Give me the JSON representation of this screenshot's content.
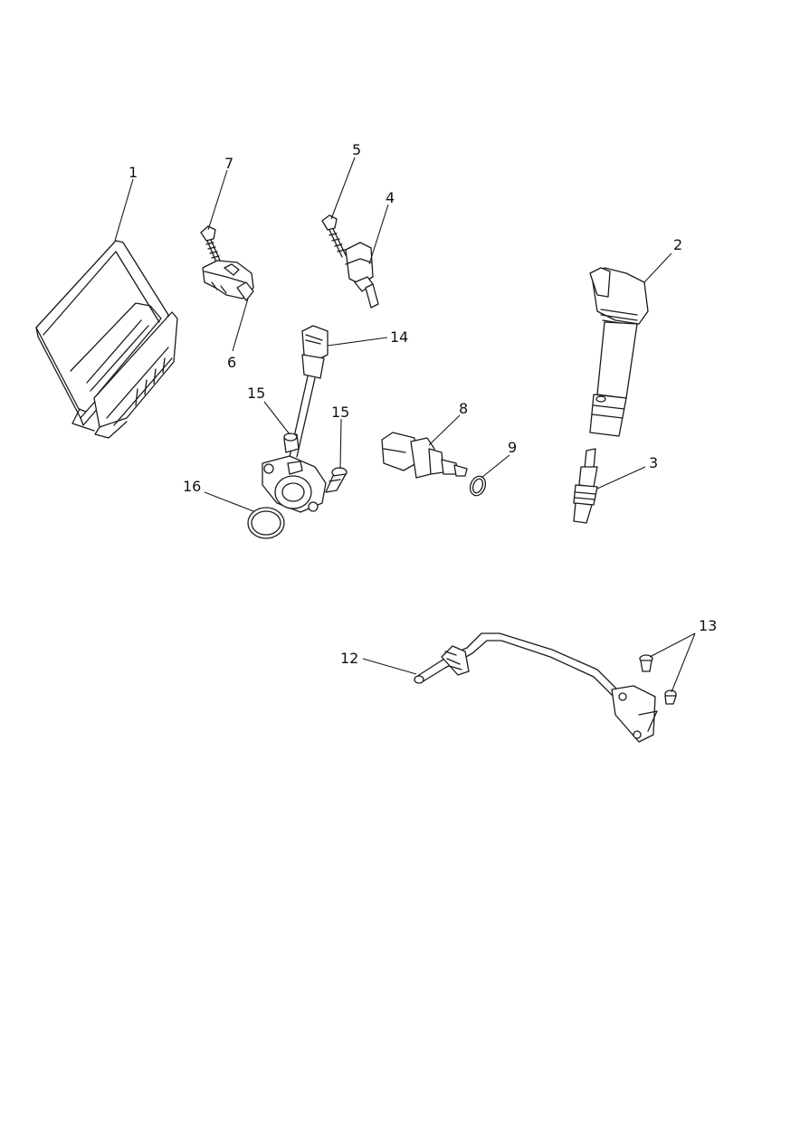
{
  "callouts": {
    "c1": "1",
    "c2": "2",
    "c3": "3",
    "c4": "4",
    "c5": "5",
    "c6": "6",
    "c7": "7",
    "c8": "8",
    "c9": "9",
    "c12": "12",
    "c13": "13",
    "c14": "14",
    "c15a": "15",
    "c15b": "15",
    "c16": "16"
  }
}
